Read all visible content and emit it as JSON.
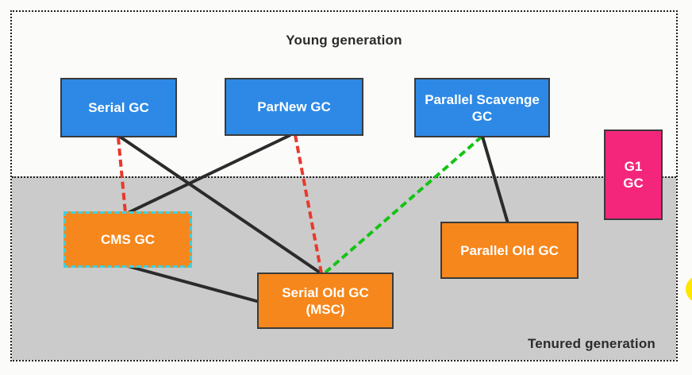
{
  "diagram": {
    "young_region_label": "Young generation",
    "tenured_region_label": "Tenured generation",
    "nodes": {
      "serial_gc": {
        "lines": [
          "Serial GC"
        ]
      },
      "parnew_gc": {
        "lines": [
          "ParNew GC"
        ]
      },
      "parallel_scavenge_gc": {
        "lines": [
          "Parallel Scavenge",
          "GC"
        ]
      },
      "g1_gc": {
        "lines": [
          "G1",
          "GC"
        ]
      },
      "cms_gc": {
        "lines": [
          "CMS GC"
        ]
      },
      "serial_old_gc": {
        "lines": [
          "Serial Old GC",
          "(MSC)"
        ]
      },
      "parallel_old_gc": {
        "lines": [
          "Parallel Old GC"
        ]
      }
    },
    "edges": [
      {
        "from": "serial_gc",
        "to": "cms_gc",
        "style": "red-dashed"
      },
      {
        "from": "serial_gc",
        "to": "serial_old_gc",
        "style": "black-solid"
      },
      {
        "from": "parnew_gc",
        "to": "cms_gc",
        "style": "black-solid"
      },
      {
        "from": "parnew_gc",
        "to": "serial_old_gc",
        "style": "red-dashed"
      },
      {
        "from": "parallel_scavenge_gc",
        "to": "serial_old_gc",
        "style": "green-dashed"
      },
      {
        "from": "parallel_scavenge_gc",
        "to": "parallel_old_gc",
        "style": "black-solid"
      },
      {
        "from": "cms_gc",
        "to": "serial_old_gc",
        "style": "black-solid"
      }
    ],
    "colors": {
      "young_box_blue": "#2d89e5",
      "old_box_orange": "#f6871c",
      "g1_box_pink": "#f3267c",
      "cms_border_cyan": "#3fd0e0",
      "region_gray": "#cbcbcb",
      "edge_black": "#2b2b2b",
      "edge_red": "#e8392b",
      "edge_green": "#15c315",
      "border_dark": "#3a3a3a",
      "dotted_border": "#1f1f1f",
      "yellow_marker": "#ffe600",
      "label_dark": "#2b2b2b"
    }
  }
}
